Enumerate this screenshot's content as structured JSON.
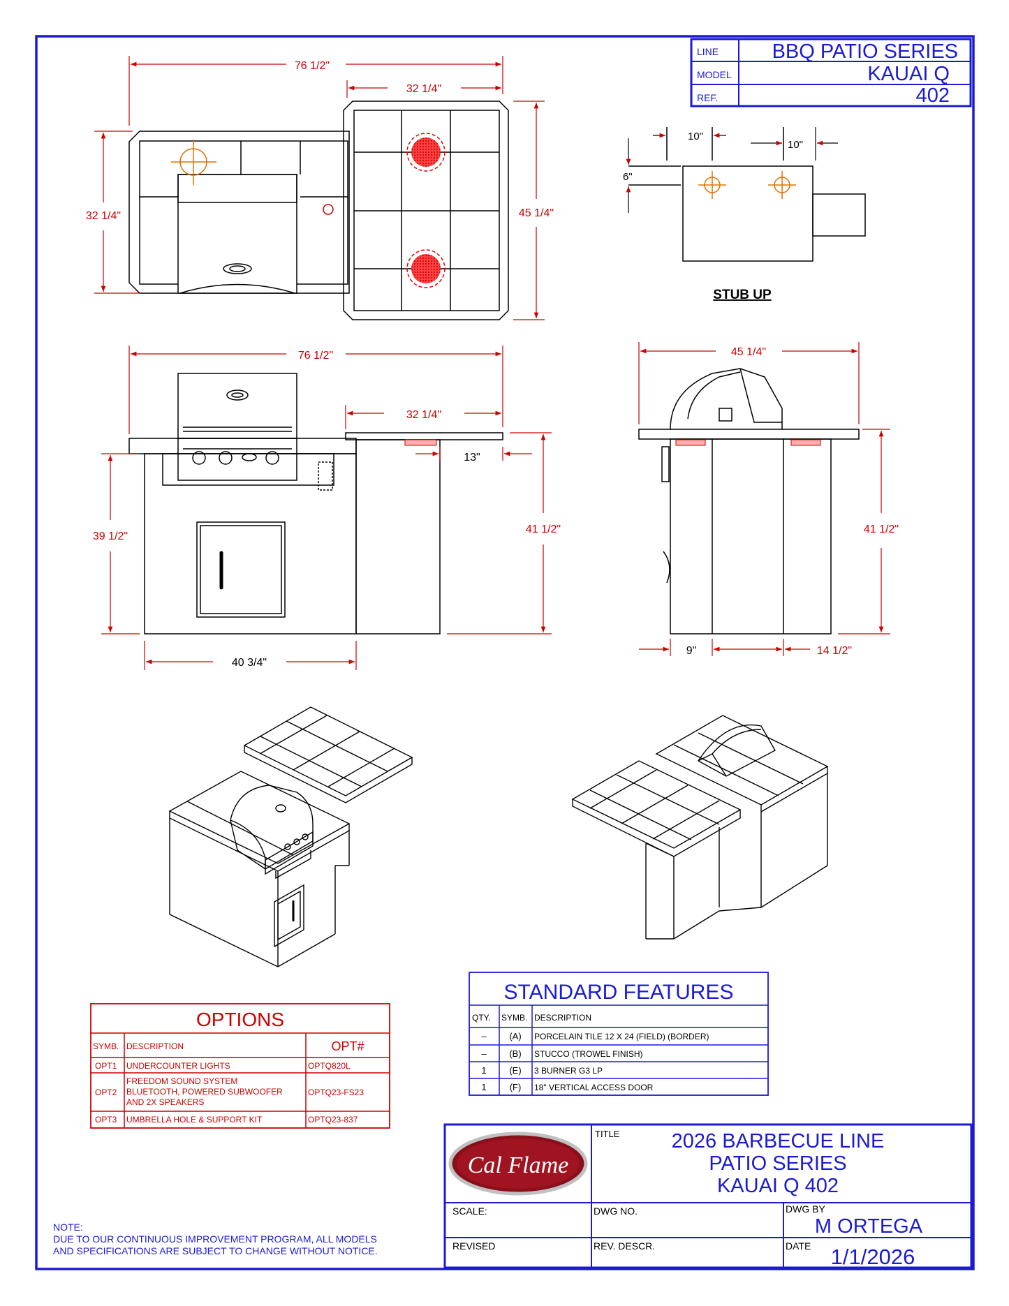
{
  "title_block_top": {
    "line_label": "LINE",
    "line_value": "BBQ PATIO SERIES",
    "model_label": "MODEL",
    "model_value": "KAUAI Q",
    "ref_label": "REF.",
    "ref_value": "402"
  },
  "dimensions": {
    "top_overall_width": "76 1/2\"",
    "top_bar_width": "32 1/4\"",
    "top_depth_left": "32 1/4\"",
    "top_bar_depth": "45 1/4\"",
    "front_overall_width": "76 1/2\"",
    "front_bar_width": "32 1/4\"",
    "front_overhang": "13\"",
    "front_height_left": "39 1/2\"",
    "front_height_right": "41 1/2\"",
    "front_base_width": "40 3/4\"",
    "side_depth": "45 1/4\"",
    "side_height": "41 1/2\"",
    "side_dim_a": "9\"",
    "side_dim_b": "14 1/2\""
  },
  "stub_up": {
    "title": "STUB UP",
    "dim_left": "10\"",
    "dim_right": "10\"",
    "dim_vertical": "6\""
  },
  "options": {
    "title": "OPTIONS",
    "headers": [
      "SYMB.",
      "DESCRIPTION",
      "OPT#"
    ],
    "rows": [
      {
        "symb": "OPT1",
        "desc": [
          "UNDERCOUNTER LIGHTS"
        ],
        "opt": "OPTQ820L"
      },
      {
        "symb": "OPT2",
        "desc": [
          "FREEDOM SOUND SYSTEM",
          "BLUETOOTH, POWERED SUBWOOFER",
          "AND 2X SPEAKERS"
        ],
        "opt": "OPTQ23-FS23"
      },
      {
        "symb": "OPT3",
        "desc": [
          "UMBRELLA HOLE & SUPPORT KIT"
        ],
        "opt": "OPTQ23-837"
      }
    ]
  },
  "standard_features": {
    "title": "STANDARD FEATURES",
    "headers": [
      "QTY.",
      "SYMB.",
      "DESCRIPTION"
    ],
    "rows": [
      {
        "qty": "–",
        "symb": "(A)",
        "desc": "PORCELAIN TILE 12 X 24 (FIELD) (BORDER)"
      },
      {
        "qty": "–",
        "symb": "(B)",
        "desc": "STUCCO (TROWEL FINISH)"
      },
      {
        "qty": "1",
        "symb": "(E)",
        "desc": "3 BURNER G3 LP"
      },
      {
        "qty": "1",
        "symb": "(F)",
        "desc": "18\" VERTICAL ACCESS DOOR"
      }
    ]
  },
  "note": {
    "label": "NOTE:",
    "line1": "DUE TO OUR CONTINUOUS IMPROVEMENT PROGRAM, ALL MODELS",
    "line2": "AND SPECIFICATIONS ARE SUBJECT TO CHANGE WITHOUT NOTICE."
  },
  "title_block": {
    "logo_text": "Cal Flame",
    "title_label": "TITLE",
    "title_line1": "2026 BARBECUE LINE",
    "title_line2": "PATIO SERIES",
    "title_line3": "KAUAI Q 402",
    "scale_label": "SCALE:",
    "dwg_no_label": "DWG NO.",
    "dwg_by_label": "DWG BY",
    "dwg_by_value": "M ORTEGA",
    "revised_label": "REVISED",
    "rev_descr_label": "REV. DESCR.",
    "date_label": "DATE",
    "date_value": "1/1/2026"
  },
  "colors": {
    "border": "#1a1ad6",
    "dimension": "#cc0000",
    "burner": "#e00000",
    "stub": "#e07000"
  }
}
